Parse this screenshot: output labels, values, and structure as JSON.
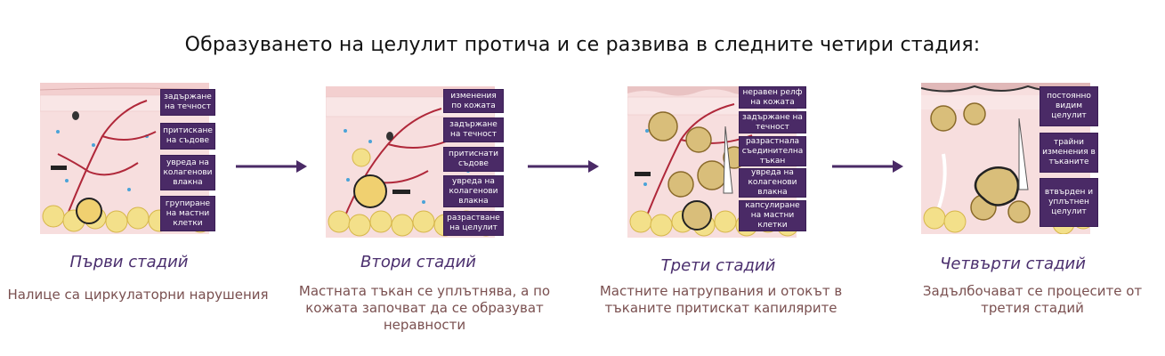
{
  "title": "Образуването на целулит протича и се развива в следните четири стадия:",
  "stages": [
    {
      "name": "Първи стадий",
      "description": "Налице са  циркулаторни нарушения",
      "callouts": [
        "задържане на течност",
        "притискане на съдове",
        "увреда на колагенови влакна",
        "групиране на мастни клетки"
      ]
    },
    {
      "name": "Втори стадий",
      "description": "Мастната тъкан се уплътнява, а по кожата започват да се образуват неравности",
      "callouts": [
        "изменения по кожата",
        "задържане на течност",
        "притиснати съдове",
        "увреда на колагенови влакна",
        "разрастване на целулит"
      ]
    },
    {
      "name": "Трети стадий",
      "description": "Мастните натрупвания и отокът в тъканите притискат капилярите",
      "callouts": [
        "неравен релф на кожата",
        "задържане на течност",
        "разрастнала съединителна тъкан",
        "увреда на колагенови влакна",
        "капсулиране на мастни клетки"
      ]
    },
    {
      "name": "Четвърти стадий",
      "description": "Задълбочават се процесите от третия стадий",
      "callouts": [
        "постоянно видим целулит",
        "трайни изменения в тъканите",
        "втвърден и уплътнен целулит"
      ]
    }
  ],
  "colors": {
    "callout_bg": "#4a2a66",
    "stage_title": "#4b2f6e",
    "description": "#7a5050",
    "arrow": "#4a2a66",
    "skin": "#f6d6d6",
    "fat": "#f3e08a",
    "vessel": "#b0283a"
  }
}
